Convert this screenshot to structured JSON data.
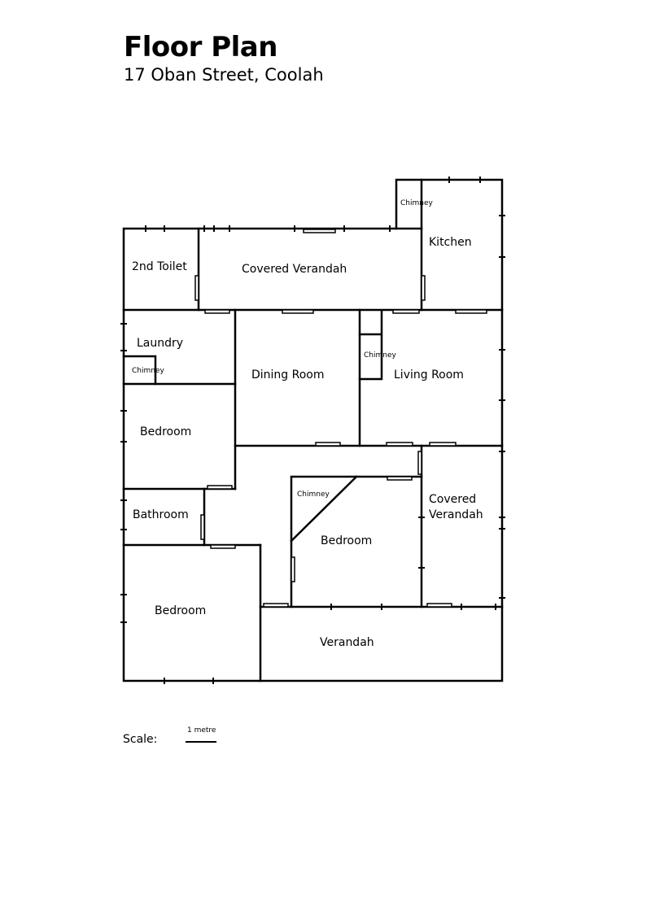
{
  "header": {
    "title": "Floor Plan",
    "address": "17 Oban Street, Coolah"
  },
  "rooms": {
    "second_toilet": "2nd Toilet",
    "covered_verandah_top": "Covered Verandah",
    "kitchen": "Kitchen",
    "chimney_kitchen": "Chimney",
    "laundry": "Laundry",
    "chimney_laundry": "Chimney",
    "dining_room": "Dining Room",
    "chimney_living": "Chimney",
    "living_room": "Living Room",
    "bedroom_west": "Bedroom",
    "bathroom": "Bathroom",
    "bedroom_center": "Bedroom",
    "chimney_bedroom": "Chimney",
    "covered_verandah_east_1": "Covered",
    "covered_verandah_east_2": "Verandah",
    "bedroom_southwest": "Bedroom",
    "verandah": "Verandah"
  },
  "scale": {
    "label": "Scale:",
    "unit": "1 metre"
  }
}
